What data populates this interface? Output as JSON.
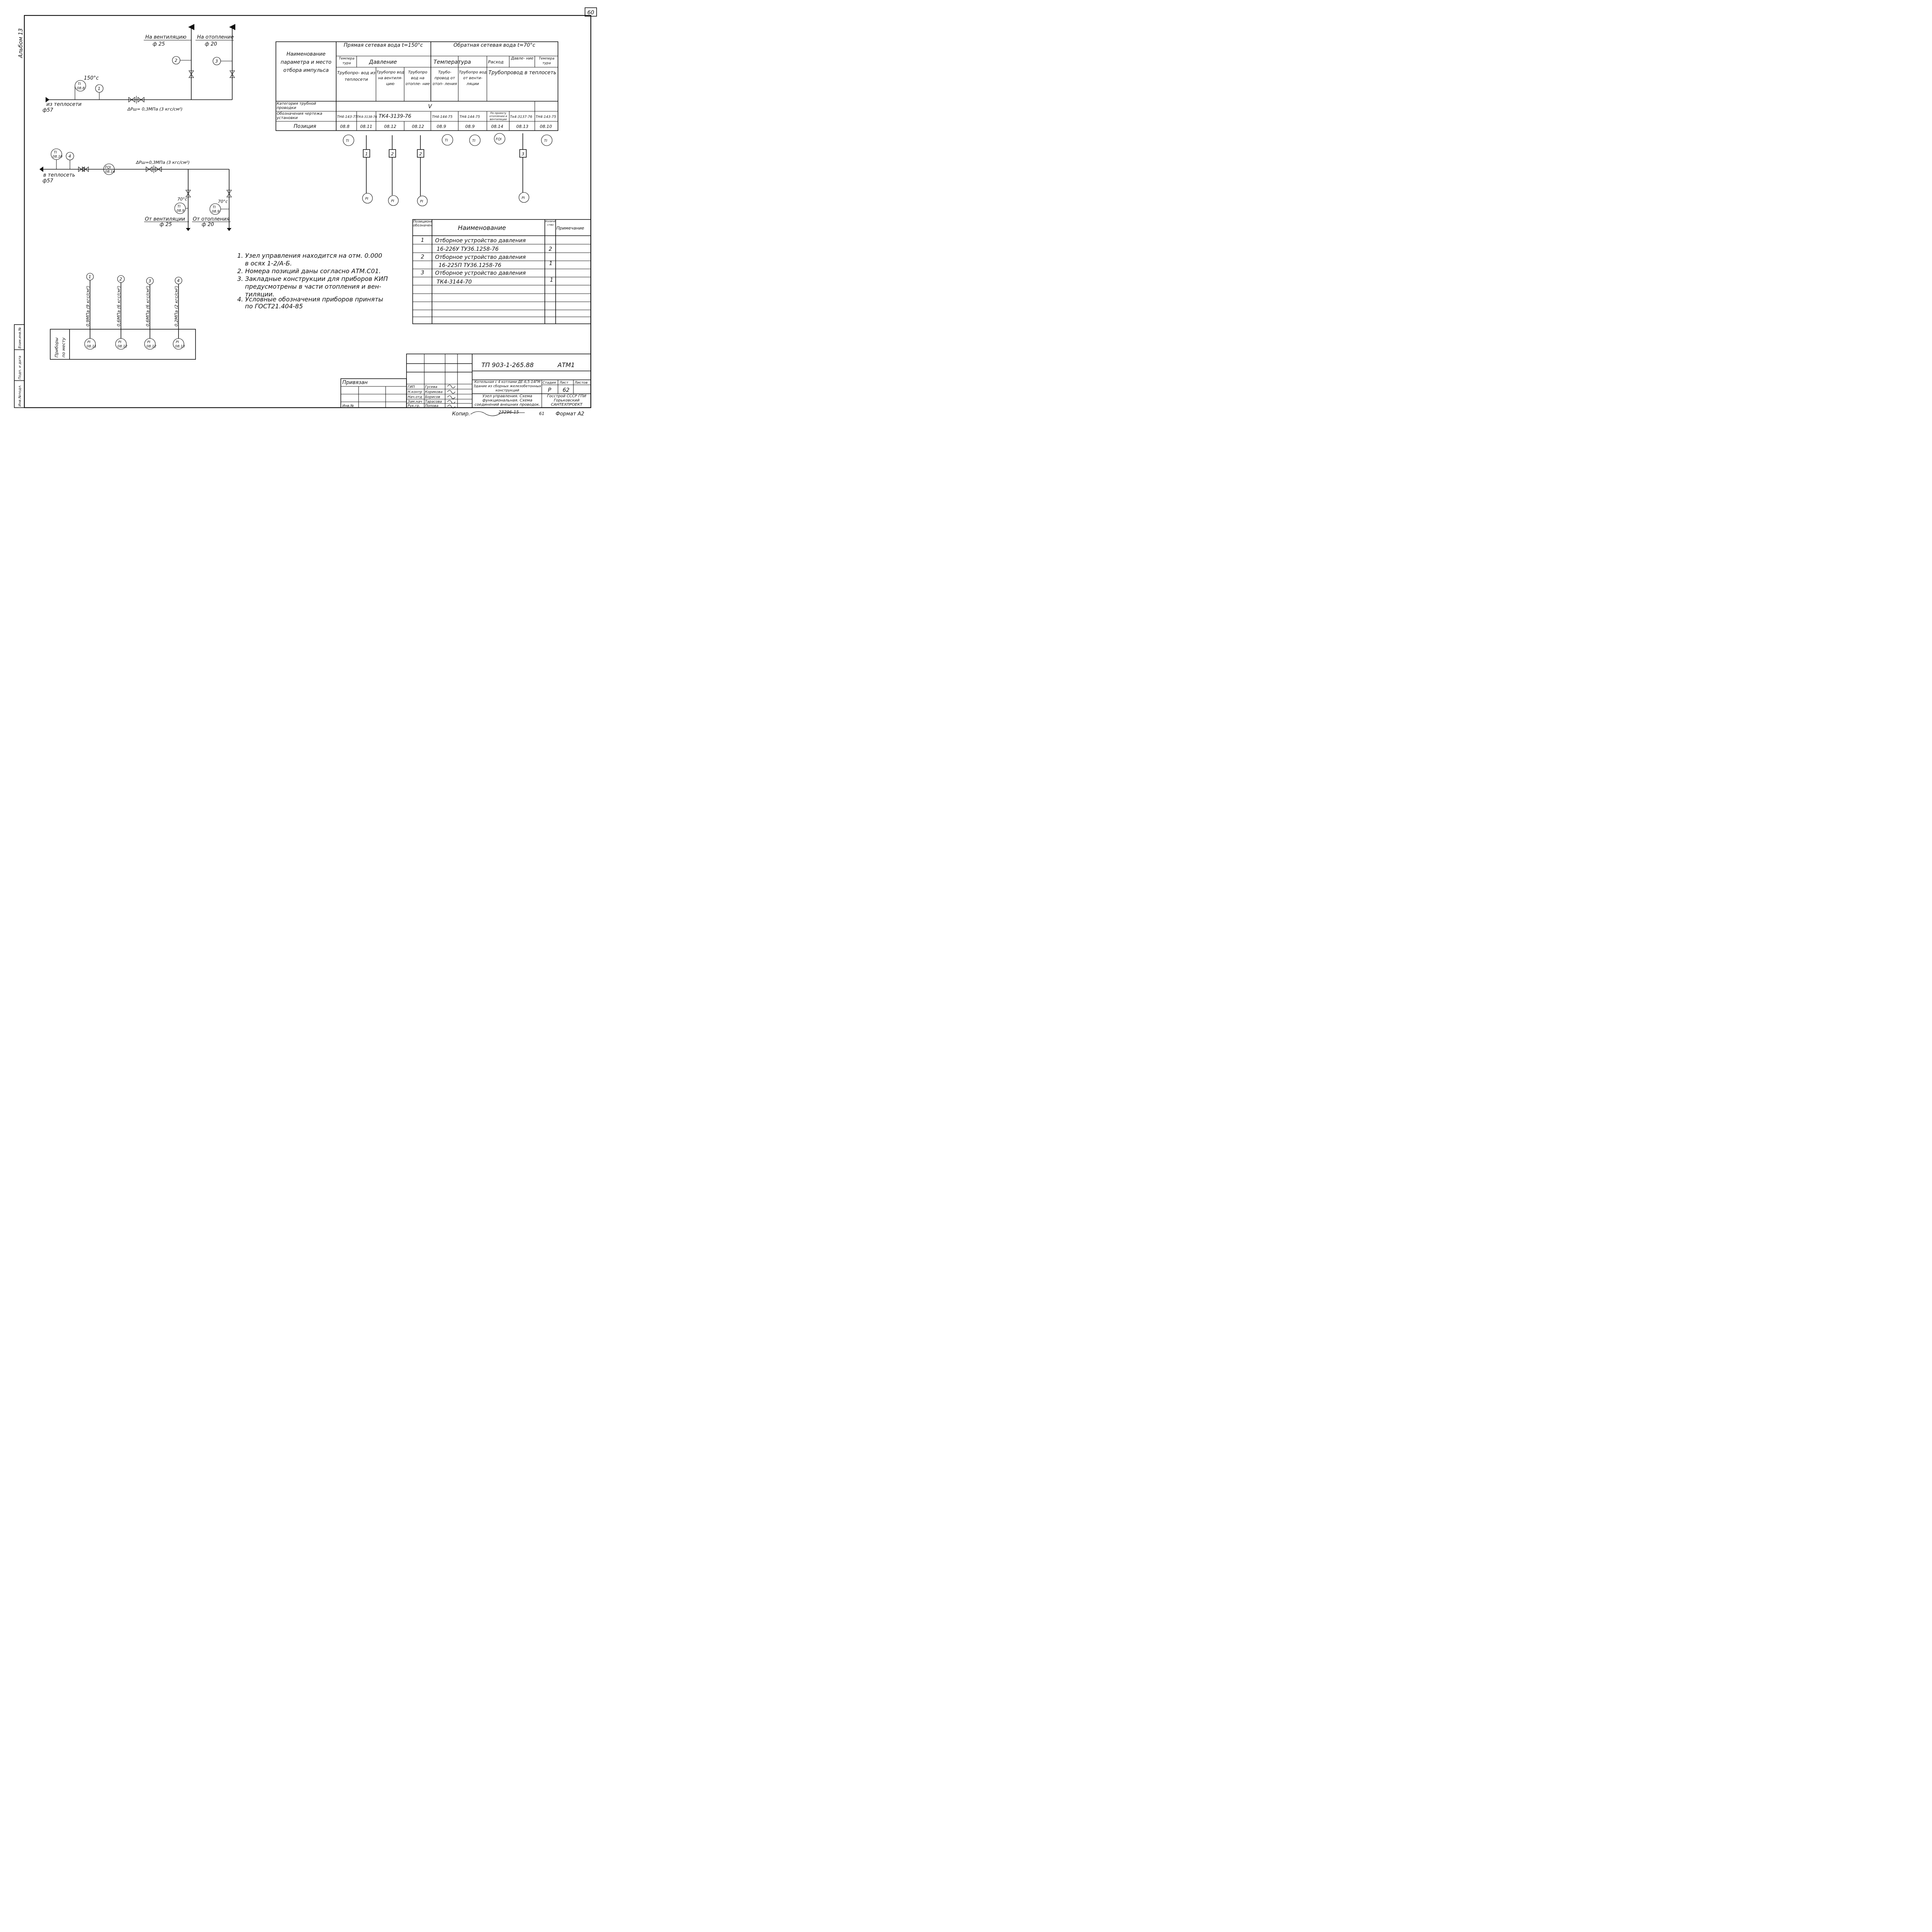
{
  "sheet": {
    "number": "60",
    "album": "Альбом 13",
    "page_bottom": "61"
  },
  "scheme_top": {
    "vent_label": "На вентиляцию",
    "vent_dia": "ф 25",
    "heat_label": "На отопление",
    "heat_dia": "ф 20",
    "pos_2": "2",
    "pos_3": "3",
    "pos_1": "1",
    "temp": "150°с",
    "ti_code": "TI",
    "ti_tag": "08.8",
    "from_label": "из теплосети",
    "from_dia": "ф57",
    "dp": "ΔPш= 0,3МПа (3 кгс/см²)"
  },
  "scheme_mid": {
    "ti_code": "TI",
    "ti_tag": "08.10",
    "pos_4": "4",
    "fqi_code": "FQI",
    "fqi_tag": "08.14",
    "to_label": "в теплосеть",
    "to_dia": "ф57",
    "dp": "ΔPш=0,3МПа (3 кгс/см²)",
    "temp_a": "70°с",
    "temp_b": "70°с",
    "ti_a_code": "TI",
    "ti_a_tag": "08.9",
    "ti_b_code": "TI",
    "ti_b_tag": "08.9",
    "from_vent": "От вентиляции",
    "from_vent_dia": "ф 25",
    "from_heat": "От отопления",
    "from_heat_dia": "ф 20"
  },
  "gauges": {
    "side_label_1": "Приборы",
    "side_label_2": "по месту",
    "items": [
      {
        "pos": "1",
        "pressure": "0,9МПа (9 кгс/см²)",
        "code": "PI",
        "tag": "08.11"
      },
      {
        "pos": "2",
        "pressure": "0,6МПа (6 кгс/см²)",
        "code": "PI",
        "tag": "08.12"
      },
      {
        "pos": "3",
        "pressure": "0,6МПа (6 кгс/см²)",
        "code": "PI",
        "tag": "08.12"
      },
      {
        "pos": "4",
        "pressure": "0,2МПа (2 кгс/см²)",
        "code": "PI",
        "tag": "08.13"
      }
    ]
  },
  "param_table": {
    "name_header": "Наименование параметра и место отбора импульса",
    "direct_header": "Прямая сетевая вода t=150°с",
    "return_header": "Обратная сетевая вода t=70°с",
    "sub_temp": "Темпера тура",
    "sub_press": "Давление",
    "sub_temp2": "Температура",
    "sub_flow": "Расход",
    "sub_press2": "Давле- ние",
    "sub_temp3": "Темпера тура",
    "places": [
      "Трубопро- вод из теплосети",
      "Трубопро вод на вентиля- цию",
      "Трубопро вод на отопле- ние",
      "Трубо- провод от отоп- ления",
      "Трубопро вод от венти- ляции",
      "Трубопровод в теплосеть"
    ],
    "row_category": "Категория трубной проводки",
    "category_value": "V",
    "row_drawing": "Обозначения чертежа установки",
    "drawings": [
      "ТН4-143-75",
      "ТК4-3138-76",
      "ТК4-3139-76",
      "ТН4-144-75",
      "ТН4-144-75",
      "По проекту отопления и вентиляции",
      "Тк4-3137-76",
      "ТН4-143-75"
    ],
    "row_position": "Позиция",
    "positions": [
      "08.8",
      "08.11",
      "08.12",
      "08.12",
      "08.9",
      "08.9",
      "08.14",
      "08.13",
      "08.10"
    ],
    "symbols": [
      "TI",
      "TI",
      "TI",
      "FQI",
      "TI"
    ],
    "boxes": [
      "1",
      "2",
      "2",
      "3"
    ],
    "pi": [
      "PI",
      "PI",
      "PI",
      "PI"
    ]
  },
  "spec_table": {
    "h_pos": "Позиционное обозначение",
    "h_name": "Наименование",
    "h_qty": "Количество",
    "h_note": "Примечание",
    "rows": [
      {
        "pos": "1",
        "name": "Отборное устройство давления",
        "code": "16-226У ТУ36.1258-76",
        "qty": "2"
      },
      {
        "pos": "2",
        "name": "Отборное устройство давления",
        "code": "16-225П ТУ36.1258-76",
        "qty": "1"
      },
      {
        "pos": "3",
        "name": "Отборное устройство давления",
        "code": "ТК4-3144-70",
        "qty": "1"
      }
    ]
  },
  "notes": [
    "1. Узел управления находится на отм. 0.000",
    "в осях 1-2/А-Б.",
    "2. Номера позиций даны согласно АТМ.С01.",
    "3. Закладные конструкции для приборов КИП",
    "предусмотрены в части отопления и вен-",
    "тиляции.",
    "4. Условные обозначения приборов приняты",
    "по ГОСТ21.404-85"
  ],
  "title_block": {
    "doc_code": "ТП 903-1-265.88",
    "doc_mark": "АТМ1",
    "privyazan": "Привязан",
    "inv": "Инв.№",
    "project": "Котельная с 4 котлами ДЕ-6,5-14ГМ Здание из сборных железобетонных конструкций",
    "title": "Узел управления. Схема функциональная. Схема соединений внешних проводок.",
    "stage_h": "Стадия",
    "sheet_h": "Лист",
    "sheets_h": "Листов",
    "stage": "Р",
    "sheet": "62",
    "org": "Госстрой СССР ГПИ Горьковский САНТЕХПРОЕКТ",
    "roles": [
      {
        "role": "ГИП",
        "name": "Гусева"
      },
      {
        "role": "Н.контр",
        "name": "Корикова"
      },
      {
        "role": "Нач.отд",
        "name": "Борисов"
      },
      {
        "role": "Зам.нач",
        "name": "Тарасова"
      },
      {
        "role": "Рук.гр.",
        "name": "Попова"
      }
    ],
    "copied": "Копир.",
    "copy_code": "23296-15",
    "format": "Формат А2"
  },
  "side_stamp": {
    "a": "Инв.№подл.",
    "b": "Подп. и дата",
    "c": "Взам.инв.№"
  }
}
